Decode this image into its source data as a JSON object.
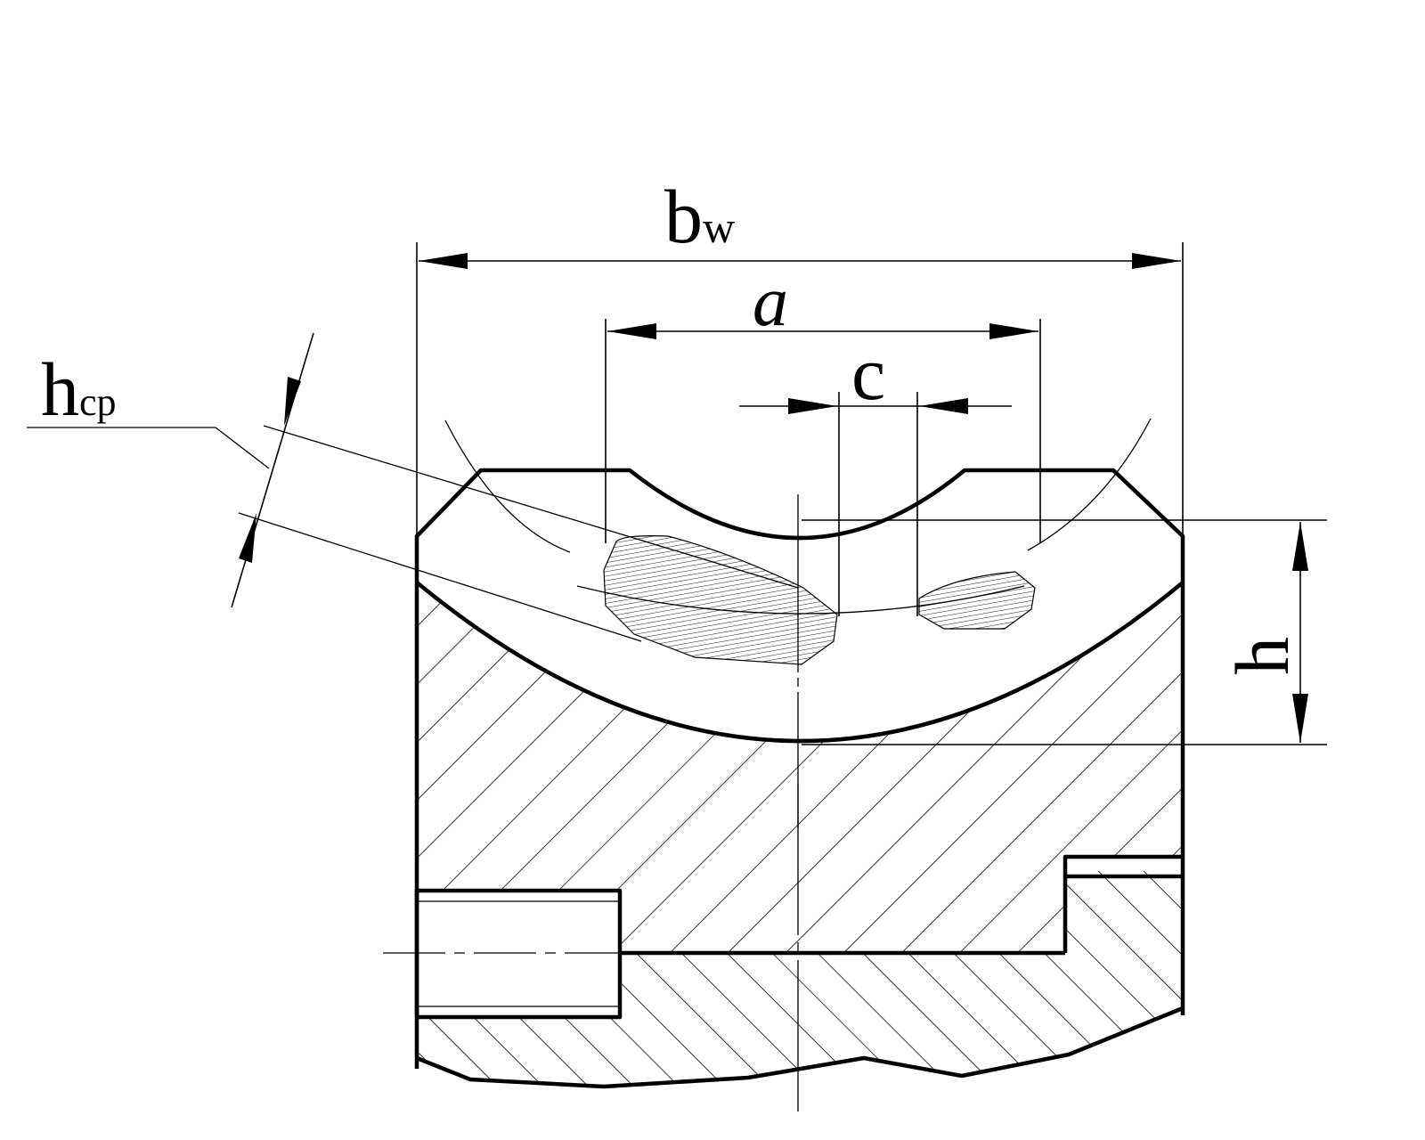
{
  "labels": {
    "bw": {
      "main": "b",
      "sub": "w"
    },
    "a": "a",
    "c": "c",
    "hcp": {
      "main": "h",
      "sub": "cp"
    },
    "h": "h"
  },
  "colors": {
    "ink": "#000000",
    "paper": "#ffffff"
  }
}
